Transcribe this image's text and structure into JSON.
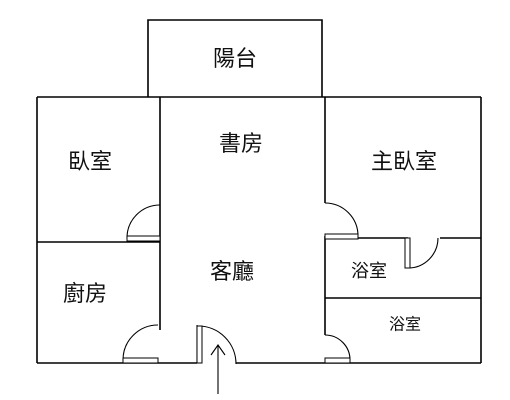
{
  "rooms": {
    "balcony": "陽台",
    "study": "書房",
    "bedroom": "臥室",
    "master_bedroom": "主臥室",
    "living_room": "客廳",
    "kitchen": "廚房",
    "bathroom_1": "浴室",
    "bathroom_2": "浴室"
  },
  "entrance_icon": "up-arrow-icon"
}
